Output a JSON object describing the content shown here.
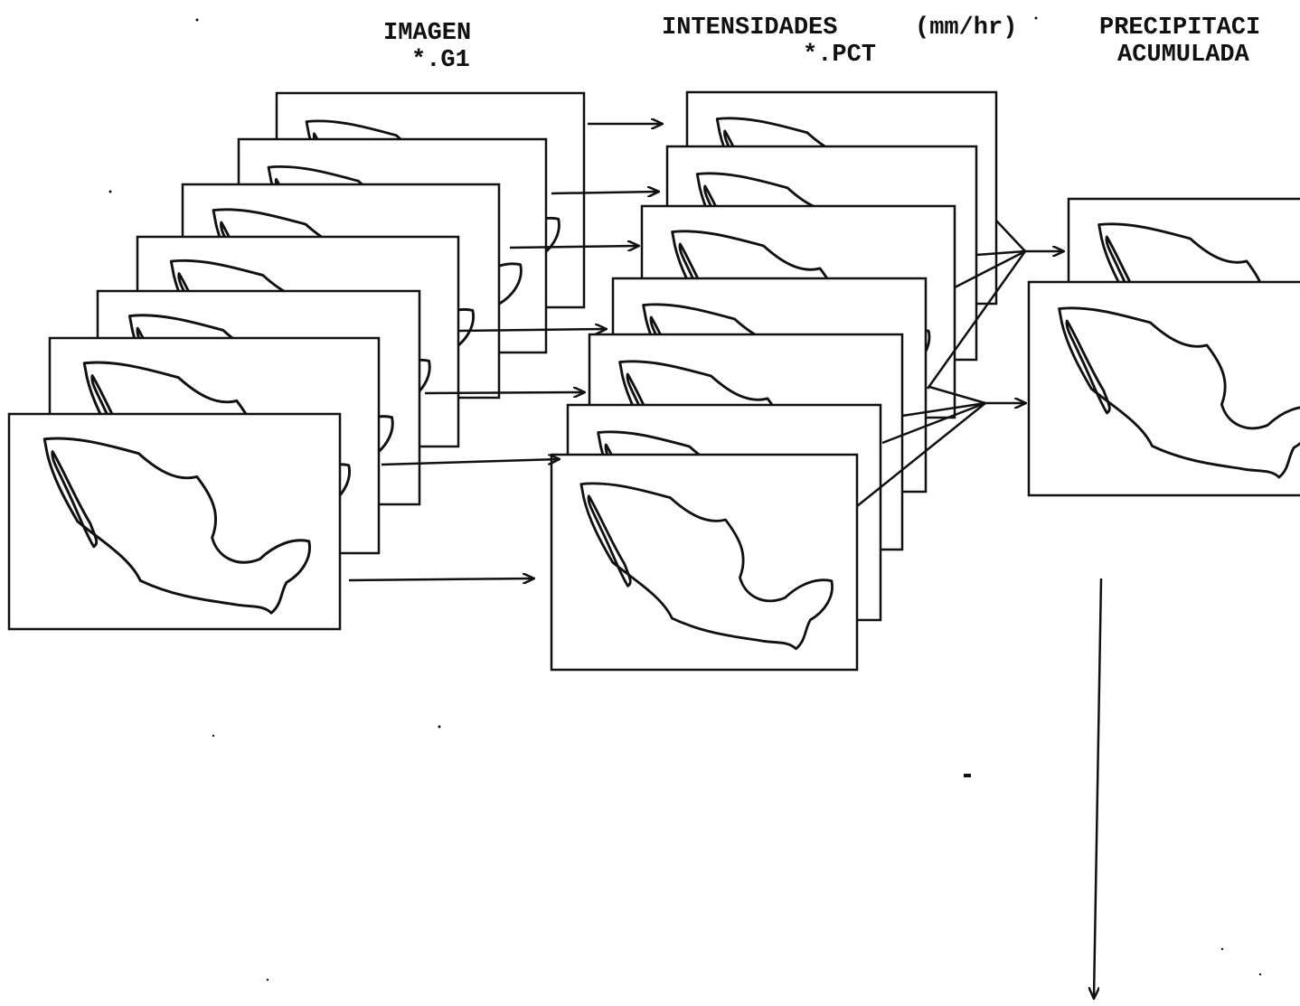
{
  "headers": {
    "imagen_title": "IMAGEN",
    "imagen_ext": "*.G1",
    "intensidades_title": "INTENSIDADES",
    "intensidades_units": "(mm/hr)",
    "intensidades_ext": "*.PCT",
    "precip_line1": "PRECIPITACI",
    "precip_line2": "ACUMULADA"
  },
  "colors": {
    "ink": "#111111",
    "background": "#ffffff"
  }
}
